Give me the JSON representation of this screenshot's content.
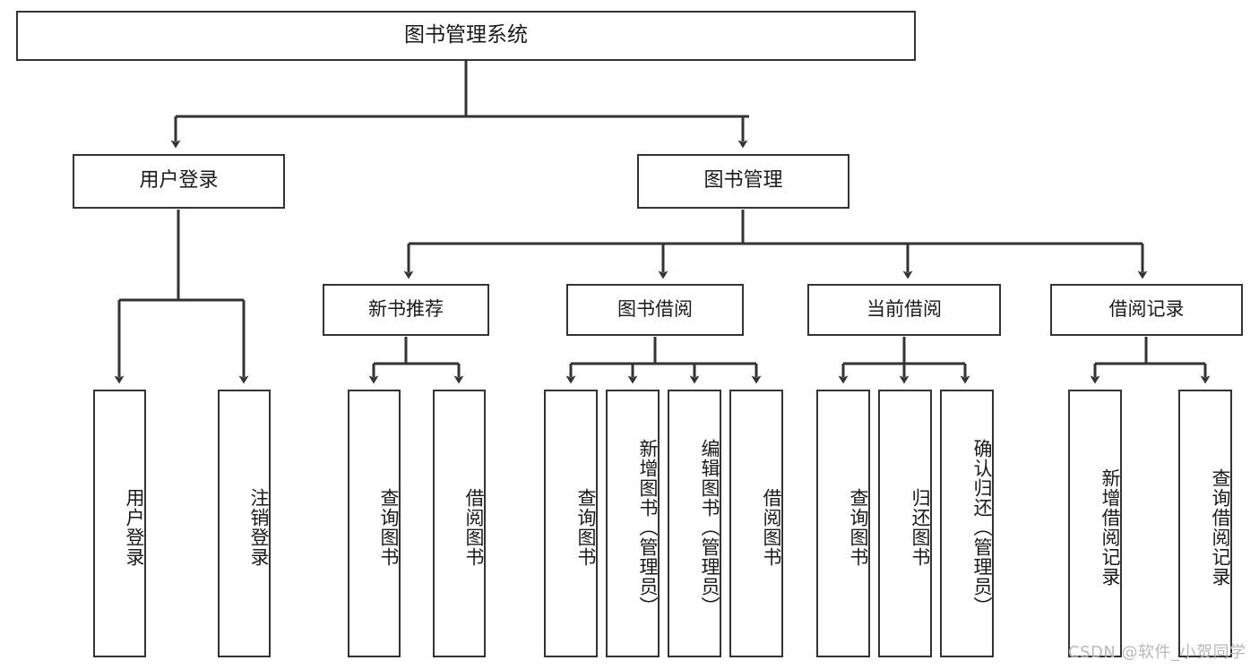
{
  "diagram": {
    "title": "图书管理系统",
    "type": "hierarchy-tree",
    "watermark": "CSDN @软件_小贺同学",
    "colors": {
      "box_border": "#333333",
      "box_fill": "#ffffff",
      "edge": "#333333",
      "text": "#1a1a1a",
      "watermark": "#b9b9b9"
    },
    "nodes": {
      "root": {
        "label": "图书管理系统"
      },
      "level2": [
        {
          "id": "user_login",
          "label": "用户登录"
        },
        {
          "id": "book_manage",
          "label": "图书管理"
        }
      ],
      "level3": [
        {
          "id": "new_book_rec",
          "label": "新书推荐"
        },
        {
          "id": "book_borrow",
          "label": "图书借阅"
        },
        {
          "id": "current_borrow",
          "label": "当前借阅"
        },
        {
          "id": "borrow_record",
          "label": "借阅记录"
        }
      ],
      "leaves": {
        "user_login": [
          {
            "id": "leaf_user_login",
            "label": "用户登录"
          },
          {
            "id": "leaf_logout",
            "label": "注销登录"
          }
        ],
        "new_book_rec": [
          {
            "id": "leaf_query_book_1",
            "label": "查询图书"
          },
          {
            "id": "leaf_borrow_book_1",
            "label": "借阅图书"
          }
        ],
        "book_borrow": [
          {
            "id": "leaf_query_book_2",
            "label": "查询图书"
          },
          {
            "id": "leaf_add_book",
            "label": "新增图书（管理员）"
          },
          {
            "id": "leaf_edit_book",
            "label": "编辑图书（管理员）"
          },
          {
            "id": "leaf_borrow_book_2",
            "label": "借阅图书"
          }
        ],
        "current_borrow": [
          {
            "id": "leaf_query_book_3",
            "label": "查询图书"
          },
          {
            "id": "leaf_return_book",
            "label": "归还图书"
          },
          {
            "id": "leaf_confirm_return",
            "label": "确认归还（管理员）"
          }
        ],
        "borrow_record": [
          {
            "id": "leaf_add_record",
            "label": "新增借阅记录"
          },
          {
            "id": "leaf_query_record",
            "label": "查询借阅记录"
          }
        ]
      }
    }
  }
}
